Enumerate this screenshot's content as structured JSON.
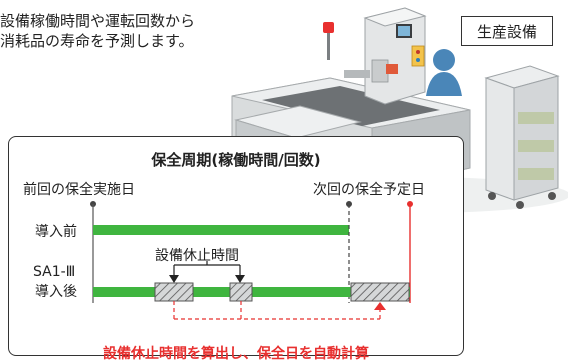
{
  "intro": {
    "line1": "設備稼働時間や運転回数から",
    "line2": "消耗品の寿命を予測します。"
  },
  "equipment_tag": "生産設備",
  "panel": {
    "title": "保全周期(稼働時間/回数)",
    "previous_label": "前回の保全実施日",
    "next_label": "次回の保全予定日",
    "before_label": "導入前",
    "downtime_label": "設備休止時間",
    "after_label_line1": "SA1-Ⅲ",
    "after_label_line2": "導入後",
    "result_label": "設備休止時間を算出し、保全日を自動計算"
  },
  "colors": {
    "bar_green": "#3fb53f",
    "accent_red": "#e8302f",
    "text": "#222222",
    "machine_gray": "#cfd2d3"
  }
}
